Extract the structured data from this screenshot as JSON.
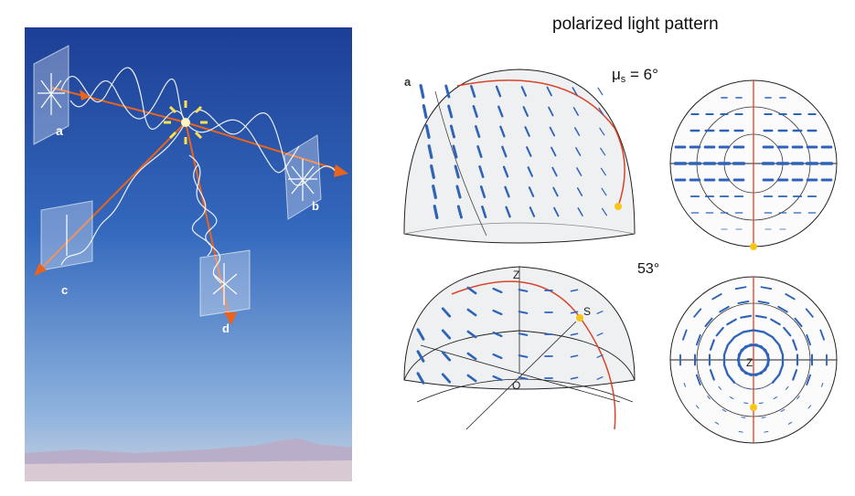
{
  "title": "polarized light pattern",
  "panel_letter": "a",
  "elevations": {
    "first": {
      "symbol": "μ",
      "subscript": "s",
      "value": " = 6°"
    },
    "second": "53°"
  },
  "sky_labels": [
    "a",
    "b",
    "c",
    "d"
  ],
  "point_labels": {
    "zenith": "Z",
    "sun": "S",
    "observer": "O",
    "zenith_plan": "Z"
  },
  "colors": {
    "pattern": "#2f63b8",
    "meridian": "#d9432a",
    "sun": "#f5c518",
    "arrow": "#e8641e",
    "sky_top": "#1f4aa6",
    "sky_bottom": "#c9d6ea"
  }
}
